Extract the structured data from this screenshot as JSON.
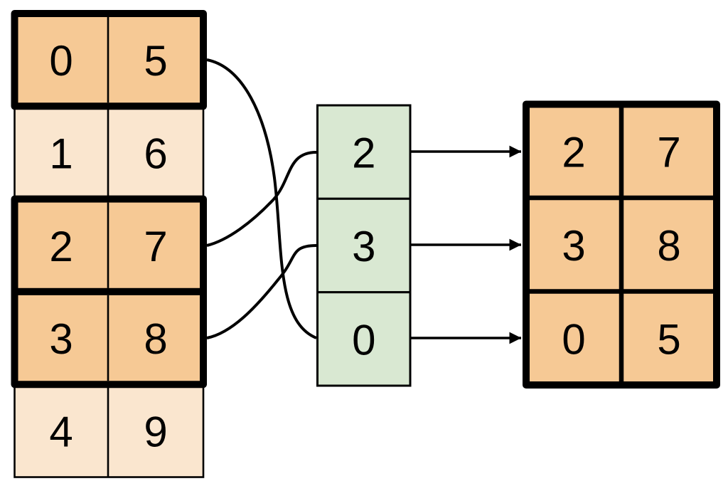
{
  "colors": {
    "background": "#FFFFFF",
    "highlight_fill": "#F6C995",
    "normal_fill": "#FAE6CF",
    "index_fill": "#D9E8D2",
    "line": "#000000"
  },
  "source_table": {
    "rows": [
      {
        "cells": [
          "0",
          "5"
        ],
        "highlighted": true
      },
      {
        "cells": [
          "1",
          "6"
        ],
        "highlighted": false
      },
      {
        "cells": [
          "2",
          "7"
        ],
        "highlighted": true
      },
      {
        "cells": [
          "3",
          "8"
        ],
        "highlighted": true
      },
      {
        "cells": [
          "4",
          "9"
        ],
        "highlighted": false
      }
    ]
  },
  "index_column": {
    "cells": [
      "2",
      "3",
      "0"
    ]
  },
  "result_table": {
    "rows": [
      {
        "cells": [
          "2",
          "7"
        ]
      },
      {
        "cells": [
          "3",
          "8"
        ]
      },
      {
        "cells": [
          "0",
          "5"
        ]
      }
    ]
  },
  "connections": {
    "curves": [
      {
        "from_source_row": 0,
        "to_index_cell": "0"
      },
      {
        "from_source_row": 2,
        "to_index_cell": "2"
      },
      {
        "from_source_row": 3,
        "to_index_cell": "3"
      }
    ],
    "arrows": [
      {
        "from_index_cell": "2",
        "to_result_row": 0
      },
      {
        "from_index_cell": "3",
        "to_result_row": 1
      },
      {
        "from_index_cell": "0",
        "to_result_row": 2
      }
    ]
  }
}
